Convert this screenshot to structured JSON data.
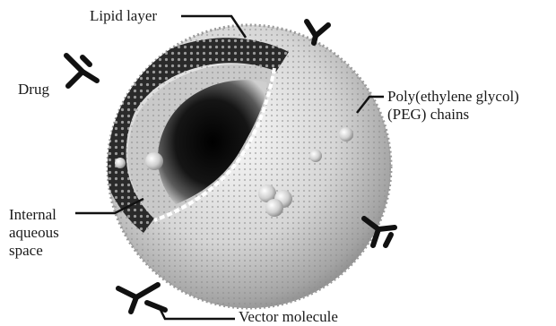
{
  "labels": {
    "lipid_layer": "Lipid layer",
    "drug": "Drug",
    "peg_line1": "Poly(ethylene glycol)",
    "peg_line2": "(PEG) chains",
    "aqueous_line1": "Internal",
    "aqueous_line2": "aqueous",
    "aqueous_line3": "space",
    "vector": "Vector molecule"
  }
}
